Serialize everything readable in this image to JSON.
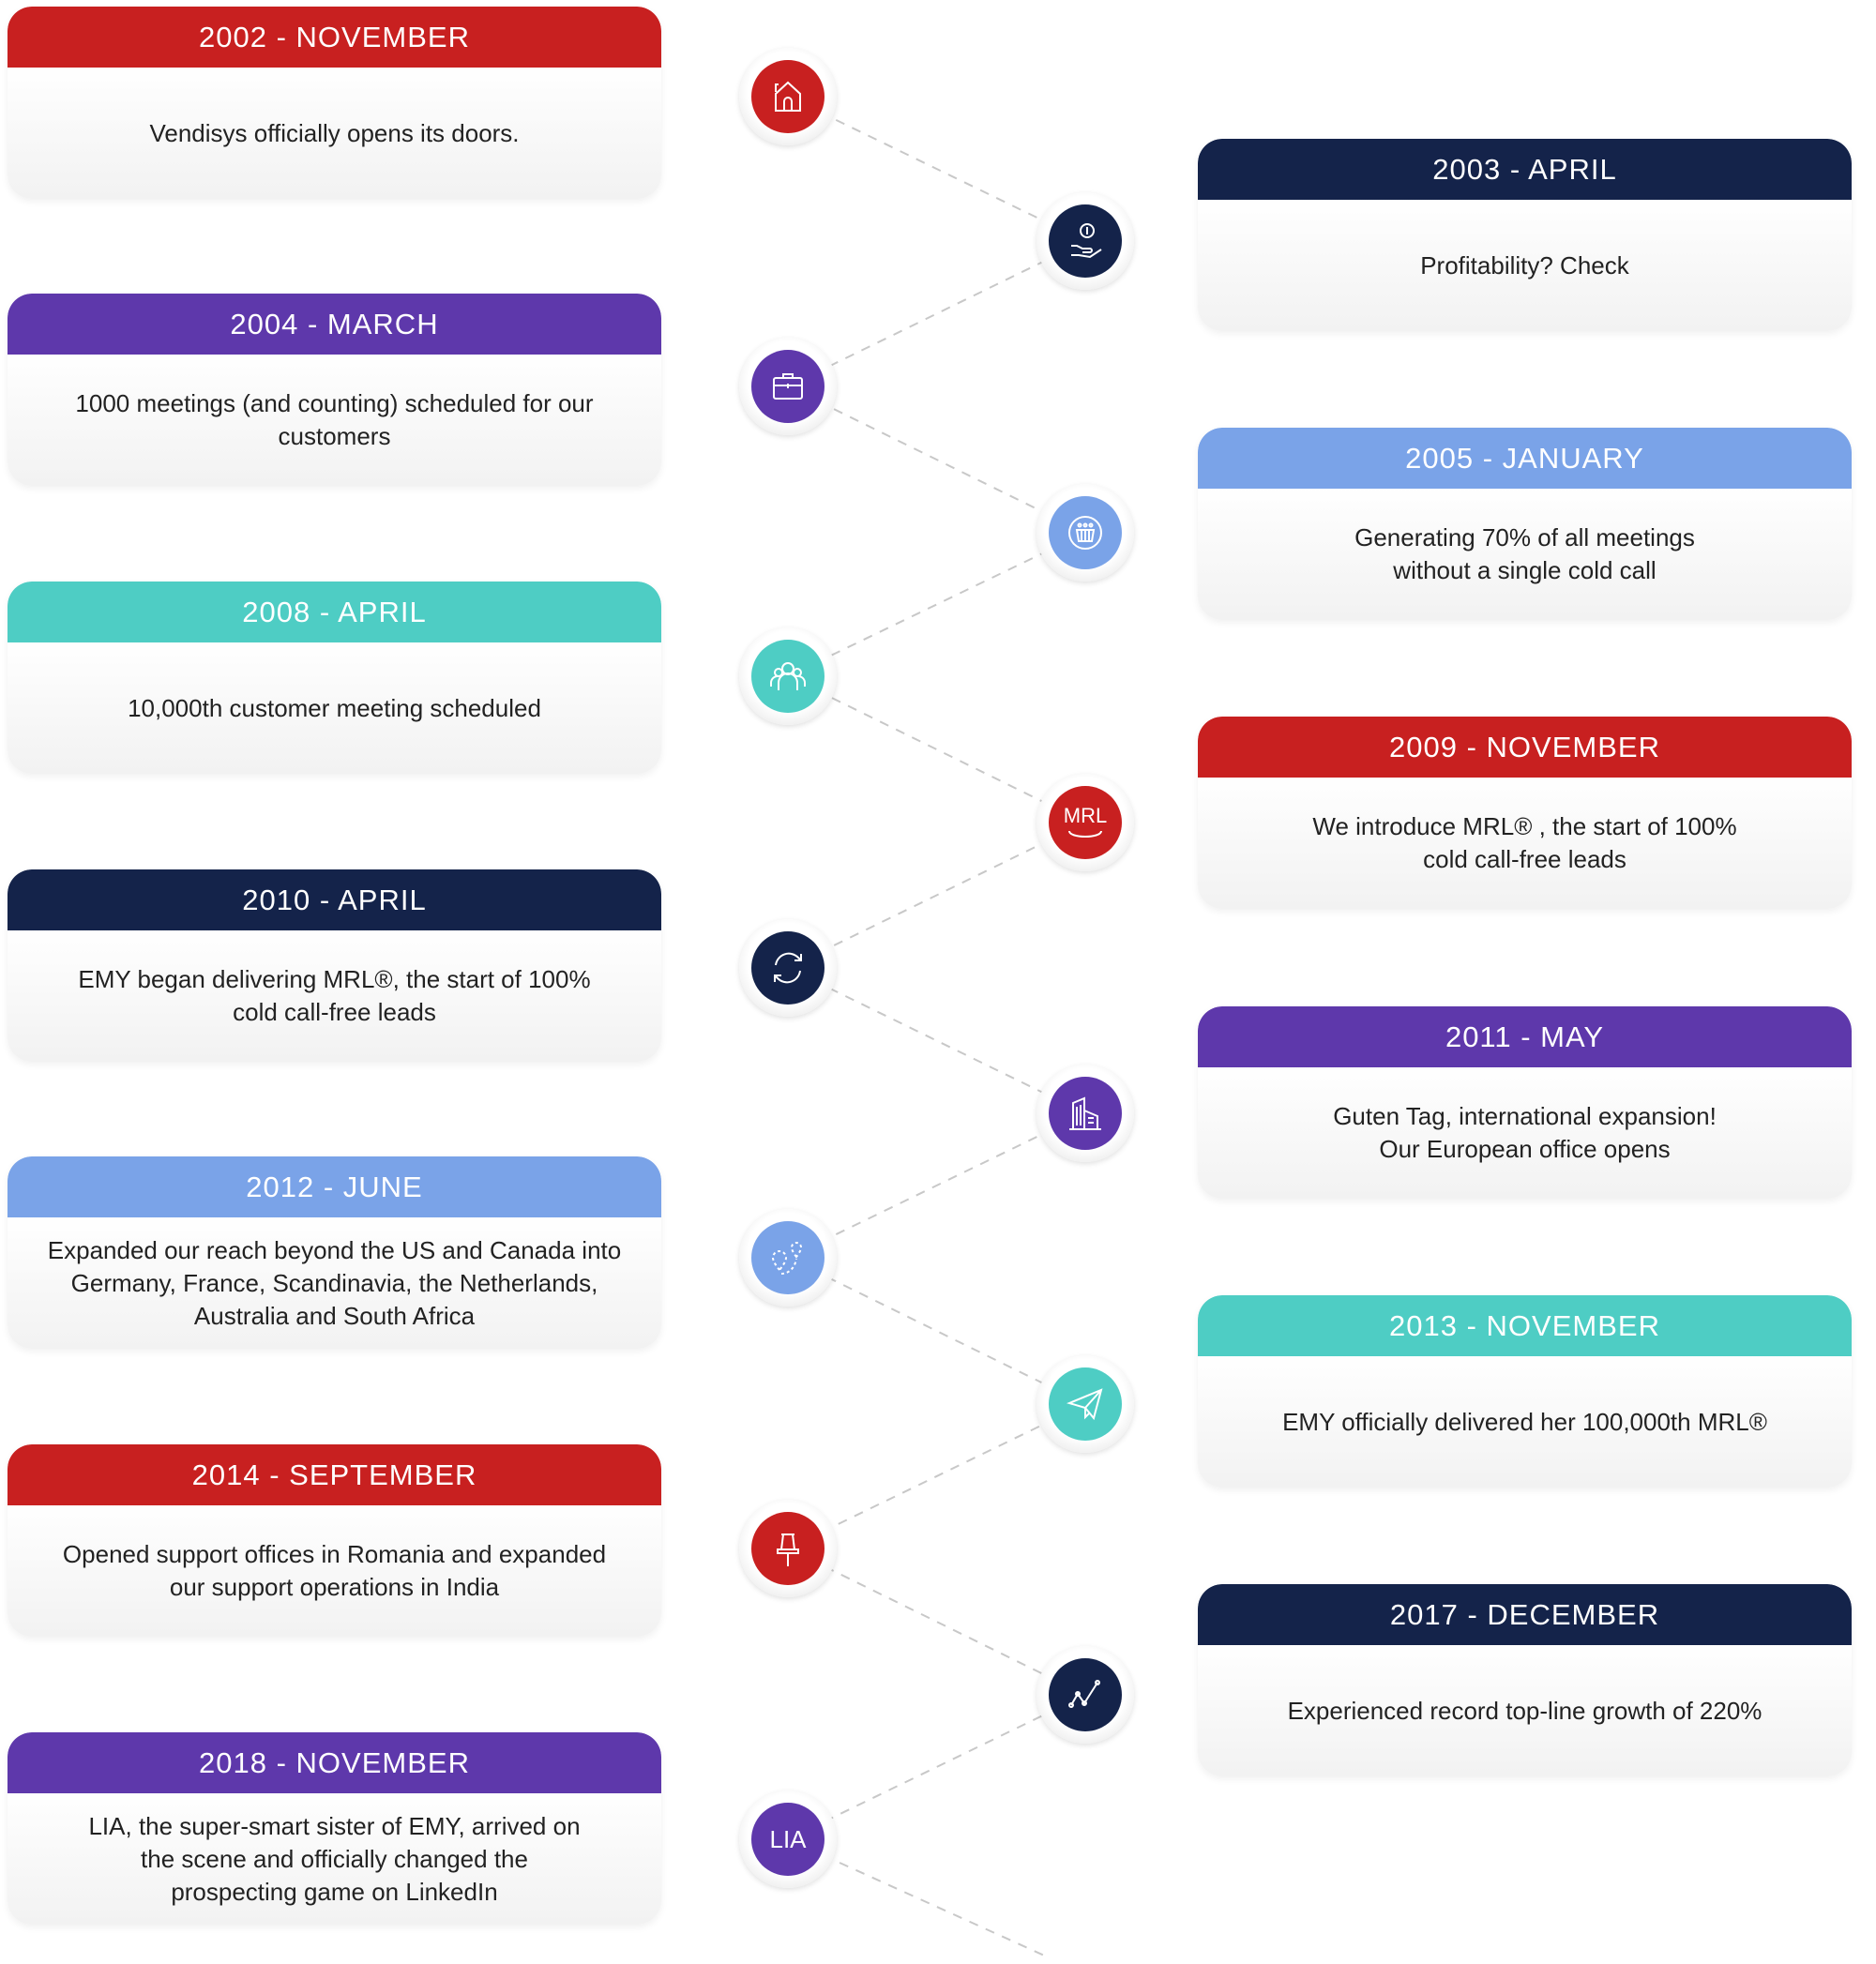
{
  "colors": {
    "red": "#c82020",
    "purple": "#5e38ab",
    "blue": "#7aa3e8",
    "teal": "#4ecdc4",
    "navy": "#14234a"
  },
  "events": [
    {
      "date": "2002 - NOVEMBER",
      "text": "Vendisys officially opens its doors.",
      "icon": "house-icon"
    },
    {
      "date": "2003 - APRIL",
      "text": "Profitability? Check",
      "icon": "money-hand-icon"
    },
    {
      "date": "2004 - MARCH",
      "text": "1000 meetings (and counting) scheduled for our customers",
      "icon": "briefcase-icon"
    },
    {
      "date": "2005 - JANUARY",
      "text": "Generating 70% of all meetings without a single cold call",
      "icon": "meeting-icon"
    },
    {
      "date": "2008 - APRIL",
      "text": "10,000th customer meeting scheduled",
      "icon": "people-icon"
    },
    {
      "date": "2009 - NOVEMBER",
      "text": "We introduce MRL® , the start of 100% cold call-free leads",
      "icon": "mrl-icon",
      "icon_label": "MRL"
    },
    {
      "date": "2010 - APRIL",
      "text": "EMY began delivering MRL®, the start of 100% cold call-free leads",
      "icon": "refresh-icon"
    },
    {
      "date": "2011 - MAY",
      "text": "Guten Tag, international expansion! Our European office opens",
      "icon": "buildings-icon"
    },
    {
      "date": "2012 - JUNE",
      "text": "Expanded our reach beyond the US and Canada into Germany, France, Scandinavia, the Netherlands, Australia and South Africa",
      "icon": "map-pins-icon"
    },
    {
      "date": "2013 - NOVEMBER",
      "text": "EMY officially delivered her 100,000th MRL®",
      "icon": "paper-plane-icon"
    },
    {
      "date": "2014 - SEPTEMBER",
      "text": "Opened support offices in Romania and expanded our support operations in India",
      "icon": "pushpin-icon"
    },
    {
      "date": "2017 - DECEMBER",
      "text": "Experienced record top-line growth of 220%",
      "icon": "growth-chart-icon"
    },
    {
      "date": "2018 - NOVEMBER",
      "text": "LIA, the super-smart sister of EMY, arrived on the scene and officially changed the prospecting game on LinkedIn",
      "icon": "lia-icon",
      "icon_label": "LIA"
    }
  ]
}
